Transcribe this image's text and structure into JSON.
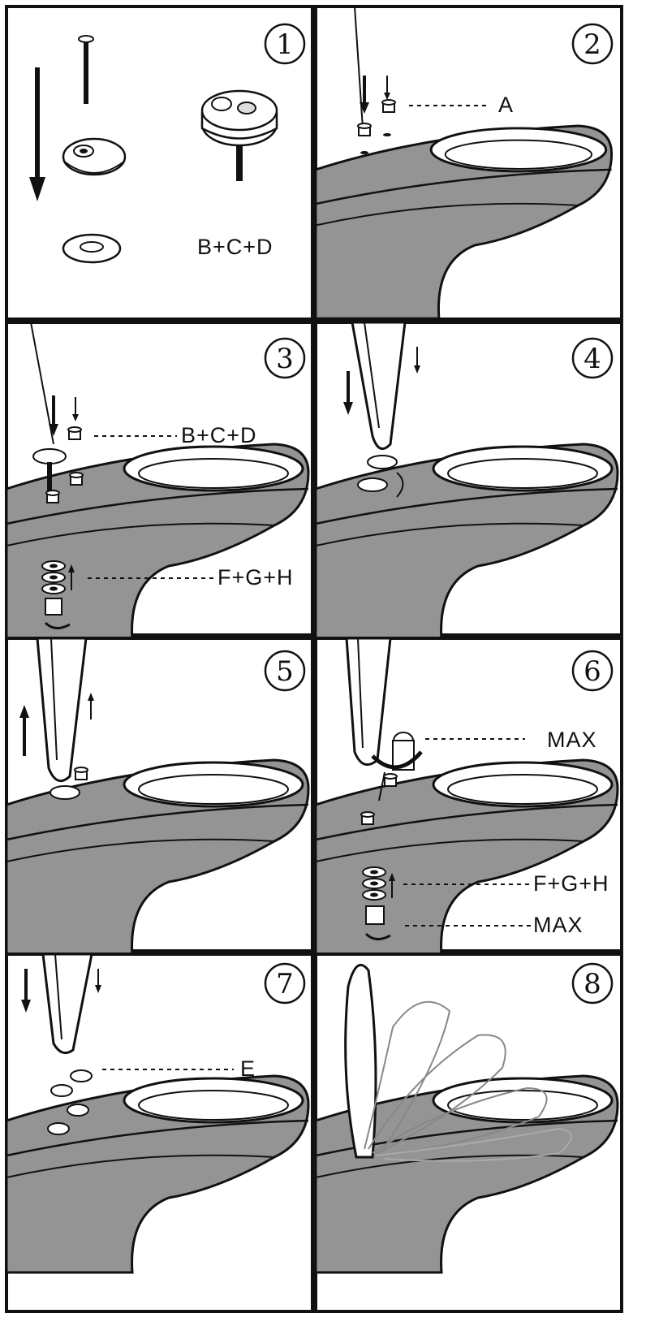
{
  "steps": [
    {
      "number": "1",
      "labels": [
        "B+C+D"
      ]
    },
    {
      "number": "2",
      "labels": [
        "A"
      ]
    },
    {
      "number": "3",
      "labels": [
        "B+C+D",
        "F+G+H"
      ]
    },
    {
      "number": "4",
      "labels": []
    },
    {
      "number": "5",
      "labels": []
    },
    {
      "number": "6",
      "labels": [
        "MAX",
        "F+G+H",
        "MAX"
      ]
    },
    {
      "number": "7",
      "labels": [
        "E"
      ]
    },
    {
      "number": "8",
      "labels": []
    }
  ],
  "colors": {
    "toilet_fill": "#949494",
    "line": "#111111",
    "background": "#ffffff"
  },
  "icons": [
    "numbered-circle-icon",
    "arrow-down-icon",
    "arrow-up-icon",
    "screw-icon",
    "washer-icon",
    "seat-icon",
    "wrench-icon"
  ]
}
